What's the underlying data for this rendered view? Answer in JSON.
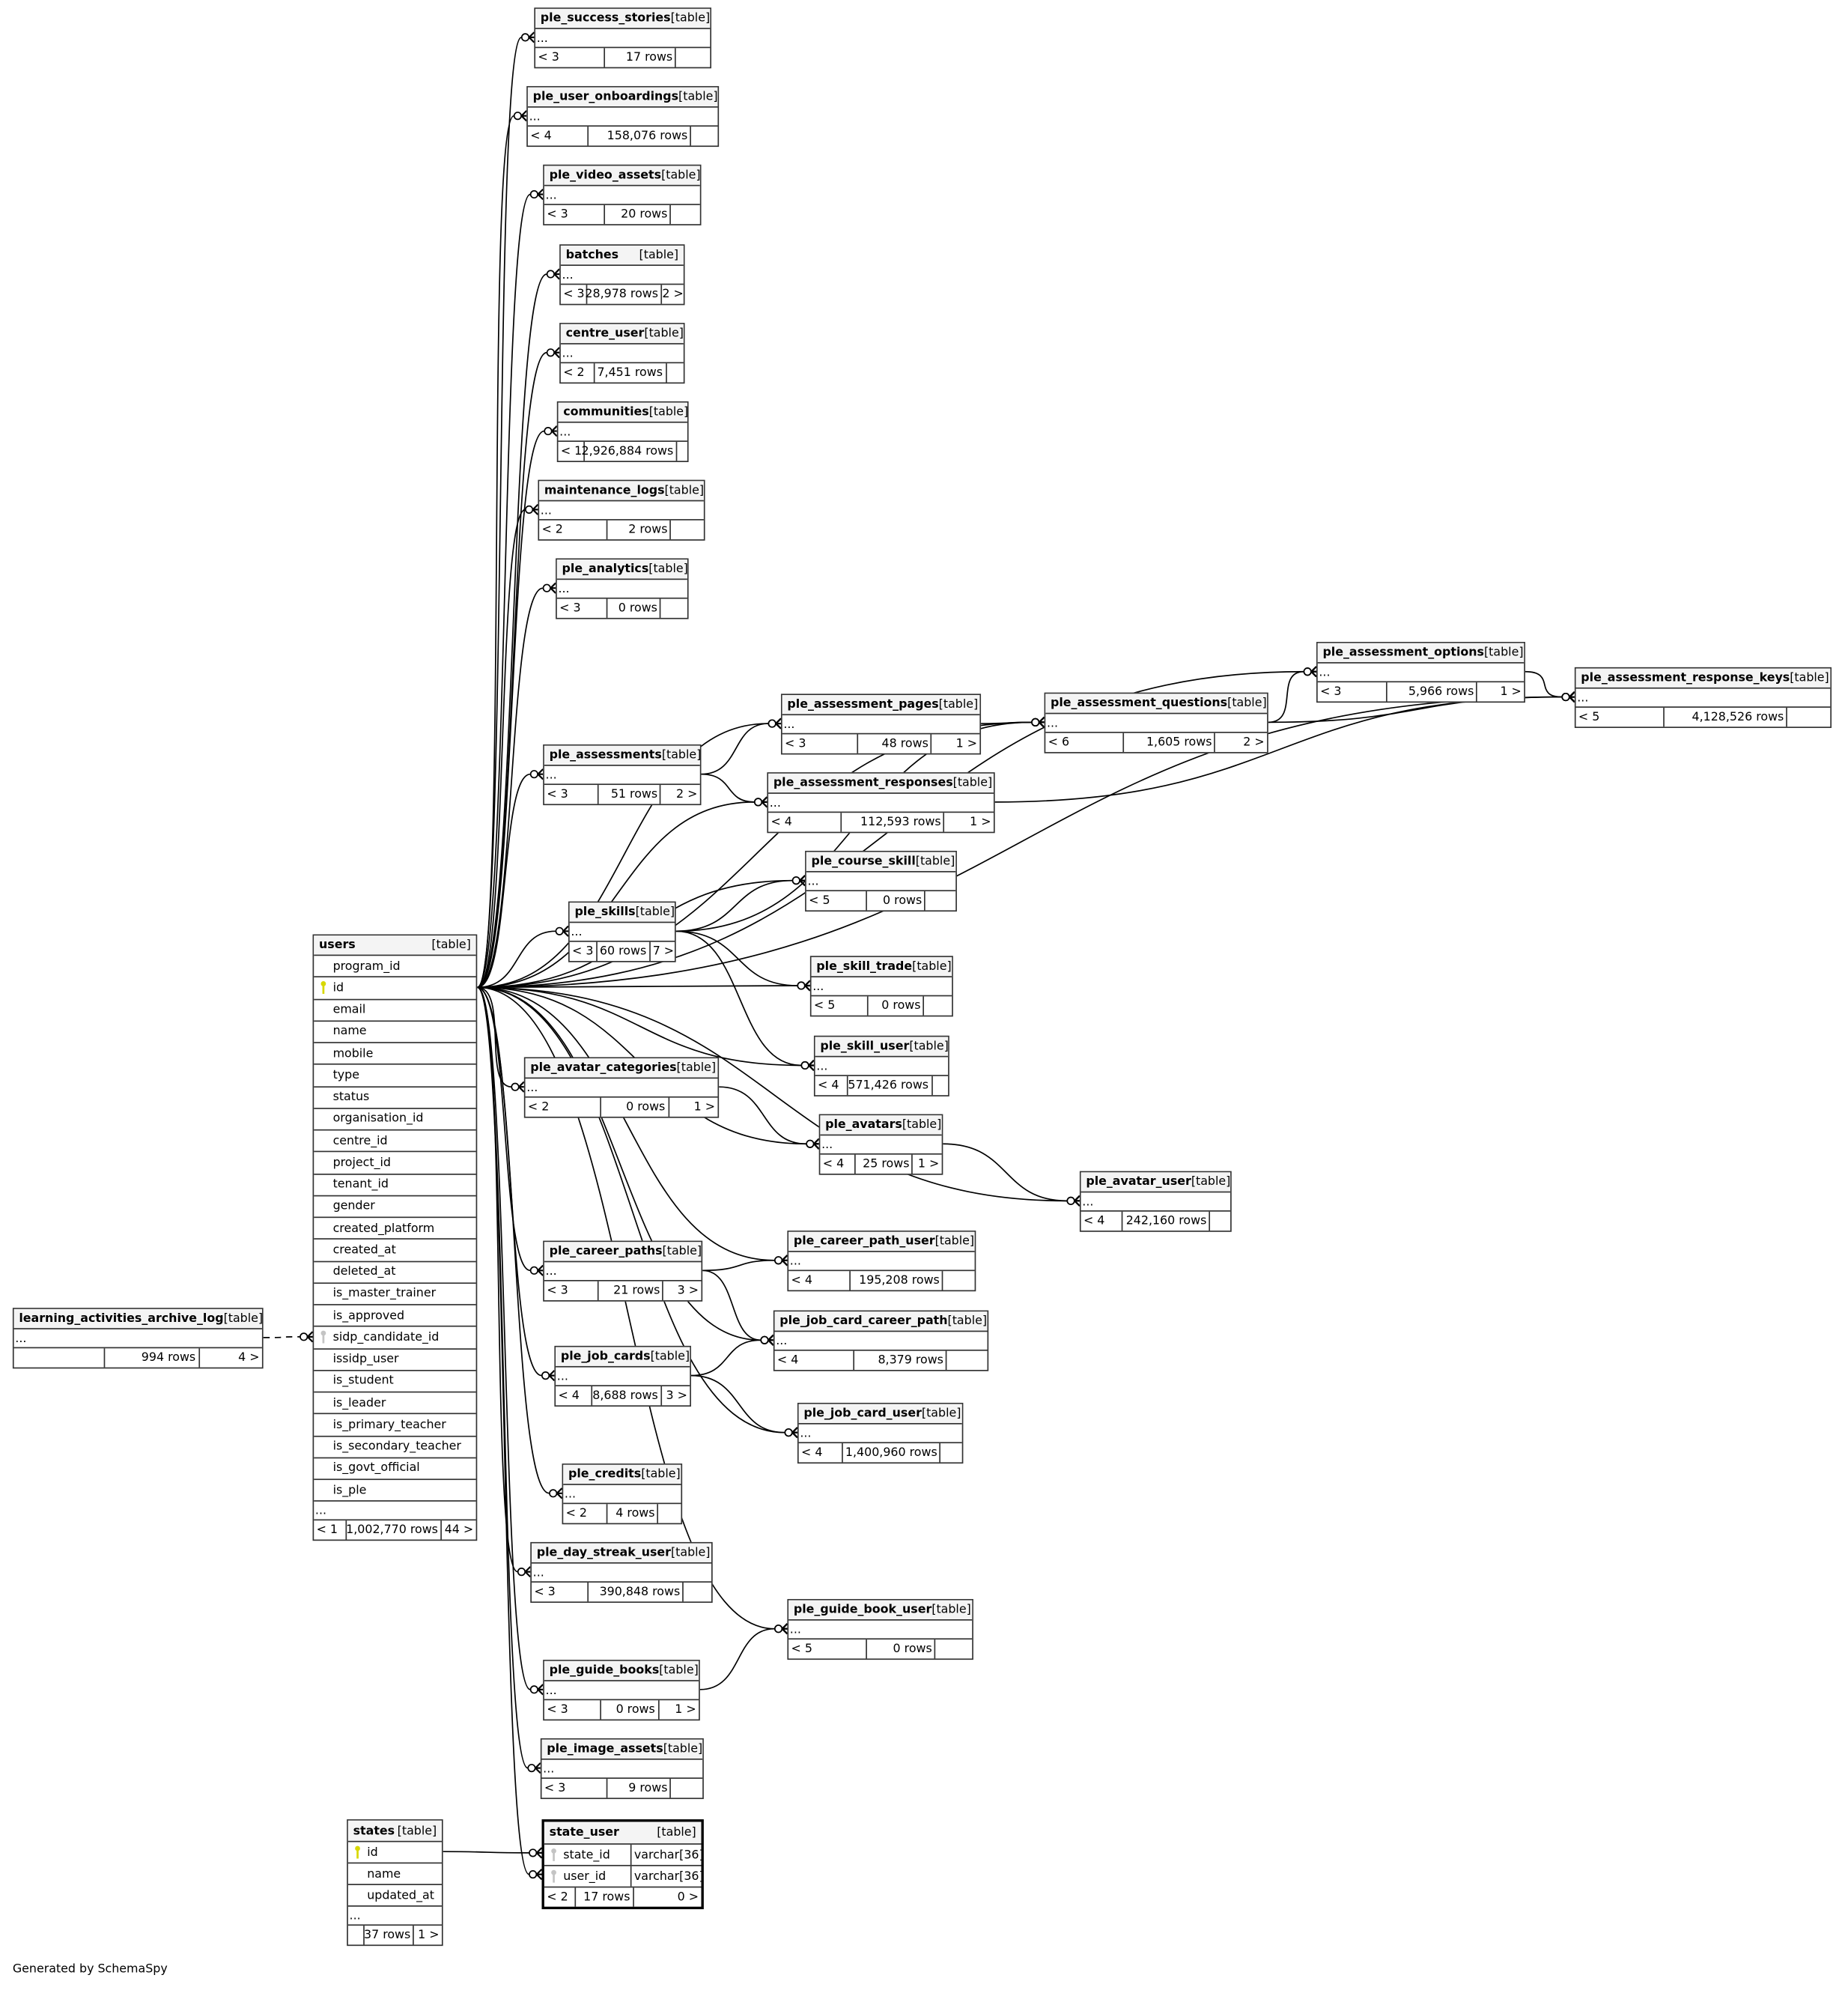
{
  "footer_text": "Generated by SchemaSpy",
  "colors": {
    "primary_key": "#d8d800",
    "foreign_key": "#c4c4c4",
    "header_bg": "#f4f4f4"
  },
  "tables": [
    {
      "name": "ple_success_stories",
      "kind": "[table]",
      "columns": [],
      "ellipsis": "...",
      "footer": [
        "< 3",
        "17 rows",
        ""
      ]
    },
    {
      "name": "ple_user_onboardings",
      "kind": "[table]",
      "columns": [],
      "ellipsis": "...",
      "footer": [
        "< 4",
        "158,076 rows",
        ""
      ]
    },
    {
      "name": "ple_video_assets",
      "kind": "[table]",
      "columns": [],
      "ellipsis": "...",
      "footer": [
        "< 3",
        "20 rows",
        ""
      ]
    },
    {
      "name": "batches",
      "kind": "[table]",
      "columns": [],
      "ellipsis": "...",
      "footer": [
        "< 3",
        "28,978 rows",
        "2 >"
      ]
    },
    {
      "name": "centre_user",
      "kind": "[table]",
      "columns": [],
      "ellipsis": "...",
      "footer": [
        "< 2",
        "7,451 rows",
        ""
      ]
    },
    {
      "name": "communities",
      "kind": "[table]",
      "columns": [],
      "ellipsis": "...",
      "footer": [
        "< 1",
        "2,926,884 rows",
        ""
      ]
    },
    {
      "name": "maintenance_logs",
      "kind": "[table]",
      "columns": [],
      "ellipsis": "...",
      "footer": [
        "< 2",
        "2 rows",
        ""
      ]
    },
    {
      "name": "ple_analytics",
      "kind": "[table]",
      "columns": [],
      "ellipsis": "...",
      "footer": [
        "< 3",
        "0 rows",
        ""
      ]
    },
    {
      "name": "ple_assessment_options",
      "kind": "[table]",
      "columns": [],
      "ellipsis": "...",
      "footer": [
        "< 3",
        "5,966 rows",
        "1 >"
      ]
    },
    {
      "name": "ple_assessment_response_keys",
      "kind": "[table]",
      "columns": [],
      "ellipsis": "...",
      "footer": [
        "< 5",
        "4,128,526 rows",
        ""
      ]
    },
    {
      "name": "ple_assessment_pages",
      "kind": "[table]",
      "columns": [],
      "ellipsis": "...",
      "footer": [
        "< 3",
        "48 rows",
        "1 >"
      ]
    },
    {
      "name": "ple_assessment_questions",
      "kind": "[table]",
      "columns": [],
      "ellipsis": "...",
      "footer": [
        "< 6",
        "1,605 rows",
        "2 >"
      ]
    },
    {
      "name": "ple_assessments",
      "kind": "[table]",
      "columns": [],
      "ellipsis": "...",
      "footer": [
        "< 3",
        "51 rows",
        "2 >"
      ]
    },
    {
      "name": "ple_assessment_responses",
      "kind": "[table]",
      "columns": [],
      "ellipsis": "...",
      "footer": [
        "< 4",
        "112,593 rows",
        "1 >"
      ]
    },
    {
      "name": "ple_course_skill",
      "kind": "[table]",
      "columns": [],
      "ellipsis": "...",
      "footer": [
        "< 5",
        "0 rows",
        ""
      ]
    },
    {
      "name": "ple_skills",
      "kind": "[table]",
      "columns": [],
      "ellipsis": "...",
      "footer": [
        "< 3",
        "60 rows",
        "7 >"
      ]
    },
    {
      "name": "ple_skill_trade",
      "kind": "[table]",
      "columns": [],
      "ellipsis": "...",
      "footer": [
        "< 5",
        "0 rows",
        ""
      ]
    },
    {
      "name": "ple_skill_user",
      "kind": "[table]",
      "columns": [],
      "ellipsis": "...",
      "footer": [
        "< 4",
        "571,426 rows",
        ""
      ]
    },
    {
      "name": "ple_avatar_categories",
      "kind": "[table]",
      "columns": [],
      "ellipsis": "...",
      "footer": [
        "< 2",
        "0 rows",
        "1 >"
      ]
    },
    {
      "name": "ple_avatars",
      "kind": "[table]",
      "columns": [],
      "ellipsis": "...",
      "footer": [
        "< 4",
        "25 rows",
        "1 >"
      ]
    },
    {
      "name": "ple_avatar_user",
      "kind": "[table]",
      "columns": [],
      "ellipsis": "...",
      "footer": [
        "< 4",
        "242,160 rows",
        ""
      ]
    },
    {
      "name": "ple_career_path_user",
      "kind": "[table]",
      "columns": [],
      "ellipsis": "...",
      "footer": [
        "< 4",
        "195,208 rows",
        ""
      ]
    },
    {
      "name": "ple_career_paths",
      "kind": "[table]",
      "columns": [],
      "ellipsis": "...",
      "footer": [
        "< 3",
        "21 rows",
        "3 >"
      ]
    },
    {
      "name": "ple_job_card_career_path",
      "kind": "[table]",
      "columns": [],
      "ellipsis": "...",
      "footer": [
        "< 4",
        "8,379 rows",
        ""
      ]
    },
    {
      "name": "ple_job_cards",
      "kind": "[table]",
      "columns": [],
      "ellipsis": "...",
      "footer": [
        "< 4",
        "8,688 rows",
        "3 >"
      ]
    },
    {
      "name": "ple_job_card_user",
      "kind": "[table]",
      "columns": [],
      "ellipsis": "...",
      "footer": [
        "< 4",
        "1,400,960 rows",
        ""
      ]
    },
    {
      "name": "ple_credits",
      "kind": "[table]",
      "columns": [],
      "ellipsis": "...",
      "footer": [
        "< 2",
        "4 rows",
        ""
      ]
    },
    {
      "name": "ple_day_streak_user",
      "kind": "[table]",
      "columns": [],
      "ellipsis": "...",
      "footer": [
        "< 3",
        "390,848 rows",
        ""
      ]
    },
    {
      "name": "ple_guide_book_user",
      "kind": "[table]",
      "columns": [],
      "ellipsis": "...",
      "footer": [
        "< 5",
        "0 rows",
        ""
      ]
    },
    {
      "name": "ple_guide_books",
      "kind": "[table]",
      "columns": [],
      "ellipsis": "...",
      "footer": [
        "< 3",
        "0 rows",
        "1 >"
      ]
    },
    {
      "name": "ple_image_assets",
      "kind": "[table]",
      "columns": [],
      "ellipsis": "...",
      "footer": [
        "< 3",
        "9 rows",
        ""
      ]
    },
    {
      "name": "state_user",
      "kind": "[table]",
      "columns": [
        {
          "name": "state_id",
          "type": "varchar[36]",
          "key": "foreign"
        },
        {
          "name": "user_id",
          "type": "varchar[36]",
          "key": "foreign"
        }
      ],
      "ellipsis": null,
      "footer": [
        "< 2",
        "17 rows",
        "0 >"
      ]
    },
    {
      "name": "states",
      "kind": "[table]",
      "columns": [
        {
          "name": "id",
          "key": "primary"
        },
        {
          "name": "name"
        },
        {
          "name": "updated_at"
        }
      ],
      "ellipsis": "...",
      "footer": [
        "",
        "37 rows",
        "1 >"
      ]
    },
    {
      "name": "users",
      "kind": "[table]",
      "columns": [
        {
          "name": "program_id"
        },
        {
          "name": "id",
          "key": "primary"
        },
        {
          "name": "email"
        },
        {
          "name": "name"
        },
        {
          "name": "mobile"
        },
        {
          "name": "type"
        },
        {
          "name": "status"
        },
        {
          "name": "organisation_id"
        },
        {
          "name": "centre_id"
        },
        {
          "name": "project_id"
        },
        {
          "name": "tenant_id"
        },
        {
          "name": "gender"
        },
        {
          "name": "created_platform"
        },
        {
          "name": "created_at"
        },
        {
          "name": "deleted_at"
        },
        {
          "name": "is_master_trainer"
        },
        {
          "name": "is_approved"
        },
        {
          "name": "sidp_candidate_id",
          "key": "foreign"
        },
        {
          "name": "issidp_user"
        },
        {
          "name": "is_student"
        },
        {
          "name": "is_leader"
        },
        {
          "name": "is_primary_teacher"
        },
        {
          "name": "is_secondary_teacher"
        },
        {
          "name": "is_govt_official"
        },
        {
          "name": "is_ple"
        }
      ],
      "ellipsis": "...",
      "footer": [
        "< 1",
        "1,002,770 rows",
        "44 >"
      ]
    },
    {
      "name": "learning_activities_archive_log",
      "kind": "[table]",
      "columns": [],
      "ellipsis": "...",
      "footer": [
        "",
        "994 rows",
        "4 >"
      ]
    }
  ]
}
